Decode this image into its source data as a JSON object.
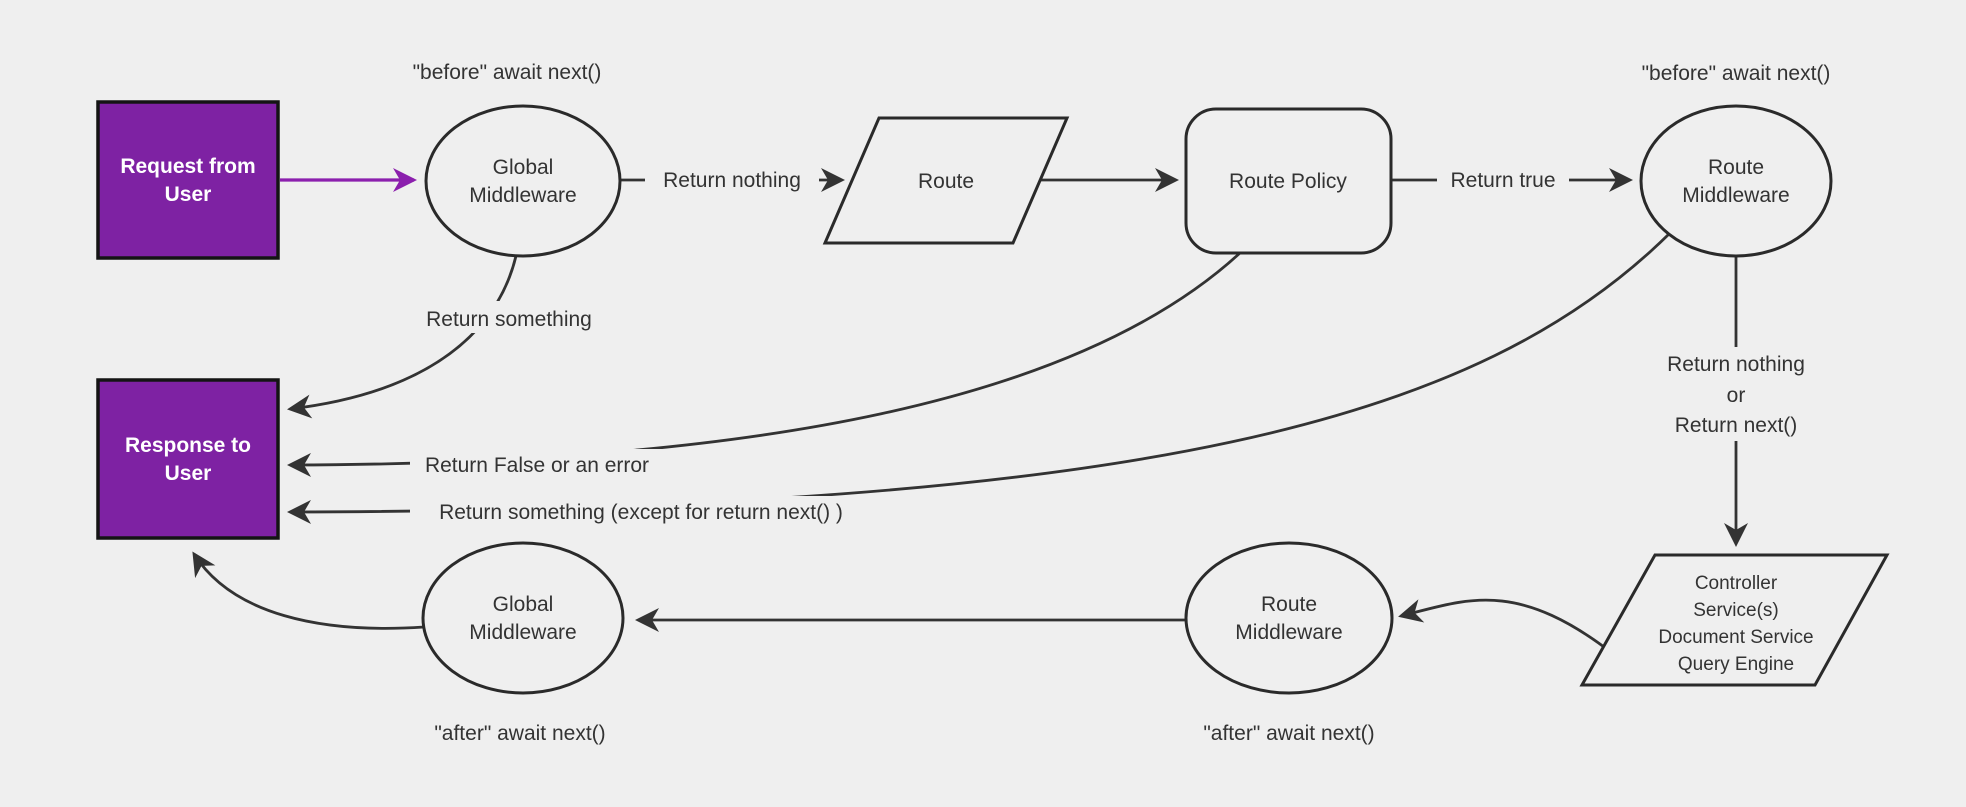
{
  "diagram": {
    "title_hint": "middleware request/response flowchart",
    "colors": {
      "background": "#efefef",
      "line": "#333333",
      "shape_stroke": "#2a2a2a",
      "accent_fill": "#7e22a3",
      "accent_arrow": "#8b1fad",
      "box_text": "#ffffff",
      "text": "#333333"
    },
    "nodes": {
      "request_box": {
        "lines": [
          "Request from",
          "User"
        ]
      },
      "global_middleware_top": {
        "lines": [
          "Global",
          "Middleware"
        ]
      },
      "route": {
        "label": "Route"
      },
      "route_policy": {
        "label": "Route Policy"
      },
      "route_middleware_top": {
        "lines": [
          "Route",
          "Middleware"
        ]
      },
      "response_box": {
        "lines": [
          "Response to",
          "User"
        ]
      },
      "controller": {
        "lines": [
          "Controller",
          "Service(s)",
          "Document Service",
          "Query Engine"
        ]
      },
      "route_middleware_bottom": {
        "lines": [
          "Route",
          "Middleware"
        ]
      },
      "global_middleware_bottom": {
        "lines": [
          "Global",
          "Middleware"
        ]
      }
    },
    "edge_labels": {
      "before_await_next_global": "\"before\" await next()",
      "before_await_next_route": "\"before\" await next()",
      "return_nothing": "Return nothing",
      "return_true": "Return true",
      "return_something": "Return something",
      "return_false_or_error": "Return False or an error",
      "return_something_except": "Return something (except for return next() )",
      "return_nothing_or": [
        "Return nothing",
        "or",
        "Return next()"
      ],
      "after_await_next_route": "\"after\" await next()",
      "after_await_next_global": "\"after\" await next()"
    }
  }
}
